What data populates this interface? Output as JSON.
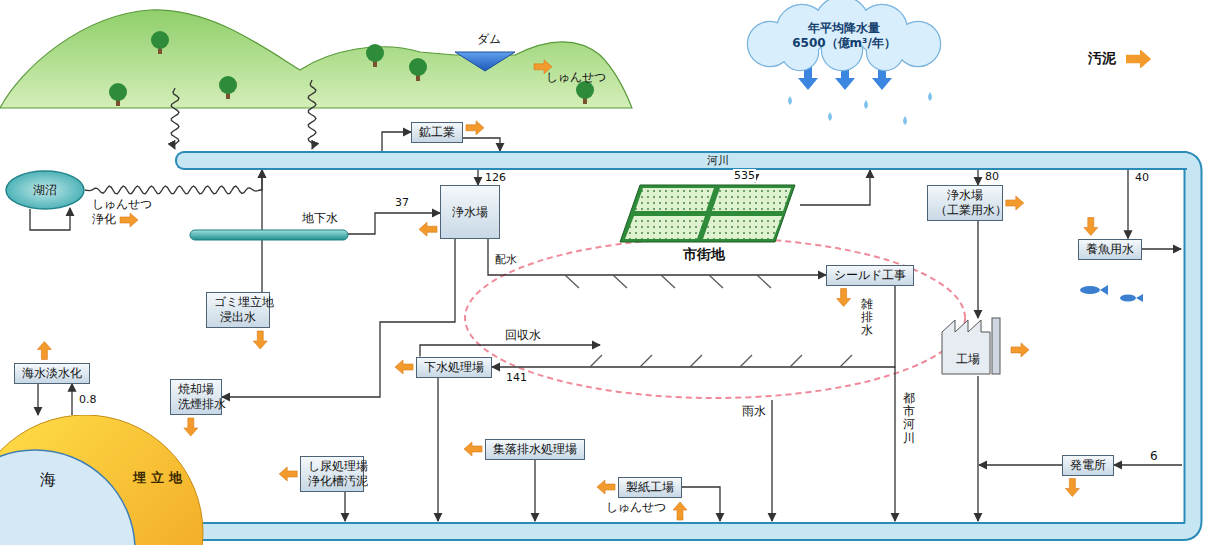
{
  "diagram": {
    "nodes": [
      {
        "text": [
          "年平均降水量 6500（億m³/年）"
        ]
      },
      {
        "text": [
          "ダム"
        ]
      },
      {
        "text": [
          "鉱工業"
        ]
      },
      {
        "text": [
          "河川"
        ]
      },
      {
        "text": [
          "湖沼"
        ]
      },
      {
        "text": [
          "地下水"
        ]
      },
      {
        "text": [
          "浄水場"
        ]
      },
      {
        "text": [
          "市街地"
        ]
      },
      {
        "text": [
          "浄水場 （工業用水）"
        ]
      },
      {
        "text": [
          "養魚用水"
        ]
      },
      {
        "text": [
          "ゴミ埋立地 浸出水"
        ]
      },
      {
        "text": [
          "シールド工事"
        ]
      },
      {
        "text": [
          "工場"
        ]
      },
      {
        "text": [
          "焼却場 洗煙排水"
        ]
      },
      {
        "text": [
          "海水淡水化"
        ]
      },
      {
        "text": [
          "下水処理場"
        ]
      },
      {
        "text": [
          "集落排水処理場"
        ]
      },
      {
        "text": [
          "発電所"
        ]
      },
      {
        "text": [
          "し尿処理場 浄化槽汚泥"
        ]
      },
      {
        "text": [
          "製紙工場"
        ]
      },
      {
        "text": [
          "海"
        ]
      },
      {
        "text": [
          "埋立地"
        ],
        "in": 20
      }
    ],
    "edges": [
      {
        "from": 3,
        "to": 2,
        "arrow": "to"
      },
      {
        "from": 2,
        "to": 3,
        "arrow": "to"
      },
      {
        "from": 4,
        "to": 3,
        "arrow": "to"
      },
      {
        "from": 10,
        "to": 3,
        "arrow": "to"
      },
      {
        "from": 3,
        "to": 6,
        "label": "126",
        "arrow": "to"
      },
      {
        "from": 5,
        "to": 6,
        "label": "37",
        "arrow": "to"
      },
      {
        "from": 3,
        "to": 7,
        "label": "535",
        "arrow": "to"
      },
      {
        "from": 7,
        "to": 3,
        "arrow": "to"
      },
      {
        "from": 3,
        "to": 8,
        "label": "80",
        "arrow": "to"
      },
      {
        "from": 3,
        "to": 9,
        "label": "40",
        "arrow": "to"
      },
      {
        "from": 8,
        "to": 12,
        "arrow": "to"
      },
      {
        "from": 6,
        "to": 11,
        "label": "配水",
        "arrow": "to"
      },
      {
        "from": 6,
        "to": 13,
        "arrow": "to"
      },
      {
        "from": 11,
        "to": 15,
        "label": "141",
        "arrow": "to"
      },
      {
        "from": 14,
        "to": 20,
        "arrow": "to"
      },
      {
        "from": 20,
        "to": 14,
        "label": "0.8",
        "arrow": "to"
      }
    ],
    "labels": [
      "しゅんせつ",
      "しゅんせつ 浄化",
      "回収水",
      "雑排水",
      "都市河川",
      "雨水",
      "しゅんせつ",
      "6"
    ],
    "legend": [
      {
        "text": "汚泥",
        "color": "#f39a2c"
      }
    ]
  }
}
